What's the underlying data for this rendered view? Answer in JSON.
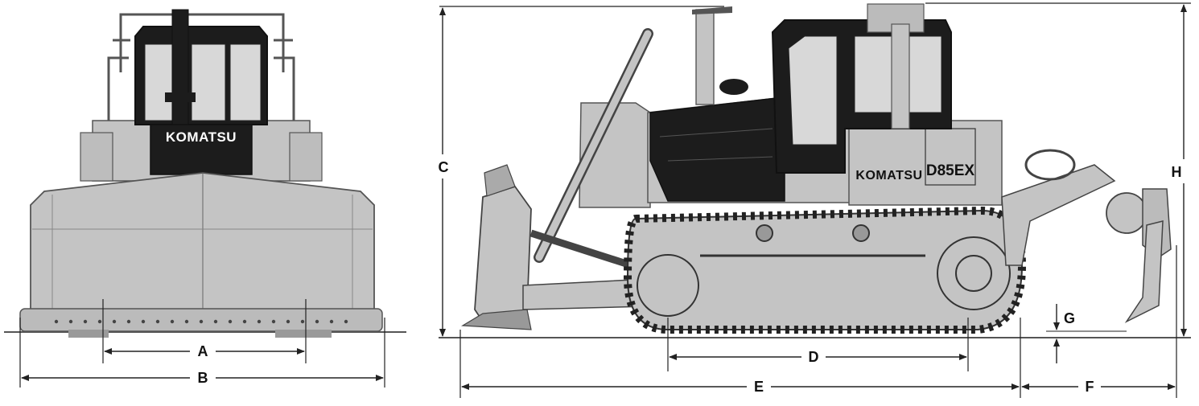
{
  "branding": {
    "front_logo": "KOMATSU",
    "side_logo": "KOMATSU",
    "model_badge": "D85EX"
  },
  "dimensions": {
    "A": "A",
    "B": "B",
    "C": "C",
    "D": "D",
    "E": "E",
    "F": "F",
    "G": "G",
    "H": "H"
  },
  "colors": {
    "body": "#c4c4c4",
    "cab": "#1c1c1c",
    "outline": "#4a4a4a",
    "dimension_line": "#222222"
  }
}
